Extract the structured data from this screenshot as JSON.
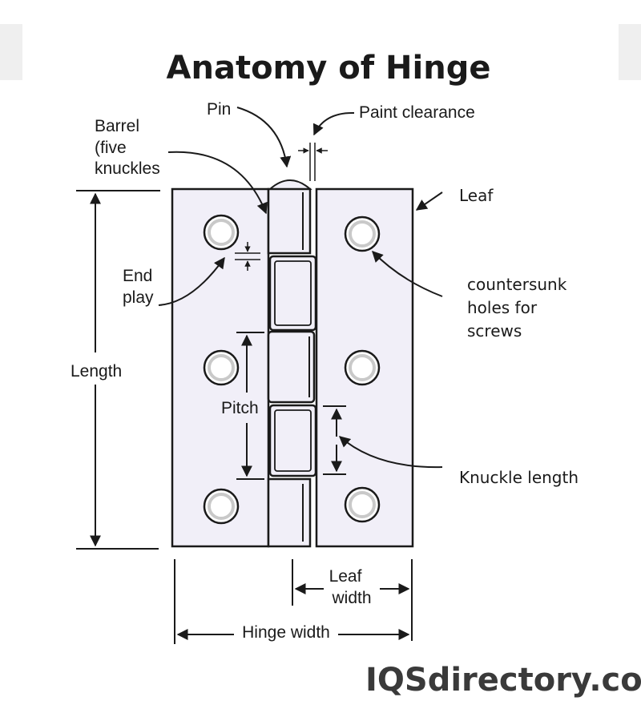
{
  "title": "Anatomy of Hinge",
  "labels": {
    "pin": "Pin",
    "paint_clearance": "Paint clearance",
    "barrel_line1": "Barrel",
    "barrel_line2": "(five",
    "barrel_line3": "knuckles",
    "leaf": "Leaf",
    "end_play_line1": "End",
    "end_play_line2": "play",
    "countersunk_line1": "countersunk",
    "countersunk_line2": "holes for",
    "countersunk_line3": "screws",
    "length": "Length",
    "pitch": "Pitch",
    "knuckle_length": "Knuckle length",
    "leaf_width_line1": "Leaf",
    "leaf_width_line2": "width",
    "hinge_width": "Hinge width"
  },
  "watermark": "IQSdirectory.com",
  "colors": {
    "leaf_fill": "#f1eff8",
    "outline": "#1a1a1a",
    "hole_ring": "#c9c9c9"
  }
}
